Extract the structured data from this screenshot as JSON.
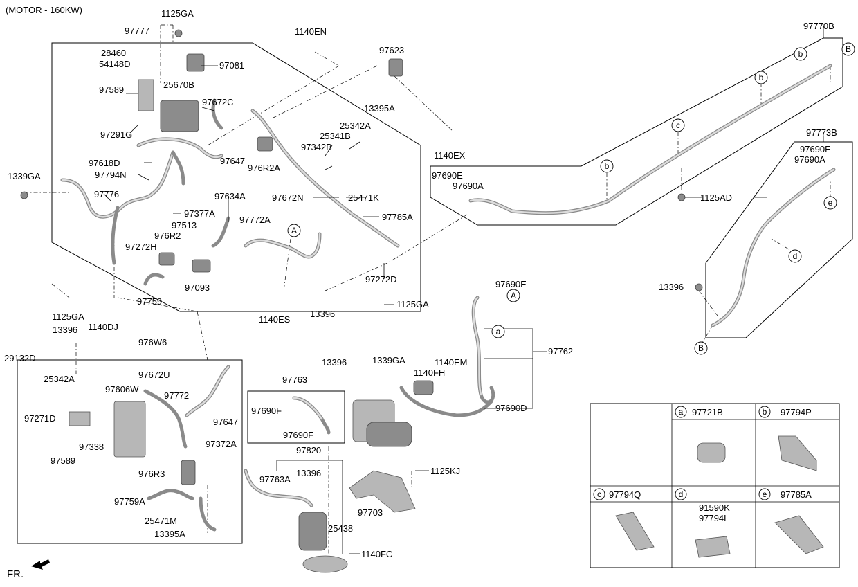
{
  "header": {
    "title": "(MOTOR - 160KW)"
  },
  "footer": {
    "direction_label": "FR."
  },
  "labels": [
    "1125GA",
    "97777",
    "28460",
    "54148D",
    "97081",
    "97589",
    "25670B",
    "97672C",
    "97291G",
    "1140EN",
    "97623",
    "13395A",
    "25342A",
    "25341B",
    "97342B",
    "1140EX",
    "97647",
    "976R2A",
    "97618D",
    "97794N",
    "97776",
    "1339GA",
    "97377A",
    "97634A",
    "97672N",
    "25471K",
    "97785A",
    "97513",
    "976R2",
    "97272H",
    "97772A",
    "97093",
    "97759",
    "97272D",
    "1140ES",
    "13396",
    "1125GA",
    "1125GA",
    "13396",
    "1140DJ",
    "976W6",
    "29132D",
    "25342A",
    "97606W",
    "97672U",
    "97772",
    "97271D",
    "97338",
    "97589",
    "97647",
    "97372A",
    "976R3",
    "97759A",
    "25471M",
    "13395A",
    "97763",
    "13396",
    "1339GA",
    "1140EM",
    "1140FH",
    "97690F",
    "97690F",
    "97820",
    "97763A",
    "13396",
    "1125KJ",
    "97703",
    "25438",
    "1140FC",
    "97690E",
    "97762",
    "97690D",
    "97770B",
    "97690E",
    "97690A",
    "1125AD",
    "97773B",
    "97690E",
    "97690A",
    "13396"
  ],
  "callouts": [
    "A",
    "A",
    "a",
    "b",
    "b",
    "b",
    "b",
    "c",
    "d",
    "e",
    "B",
    "B"
  ],
  "legend": [
    {
      "key": "a",
      "part": "97721B"
    },
    {
      "key": "b",
      "part": "97794P"
    },
    {
      "key": "c",
      "part": "97794Q"
    },
    {
      "key": "d",
      "part": "91590K\n97794L"
    },
    {
      "key": "e",
      "part": "97785A"
    }
  ]
}
